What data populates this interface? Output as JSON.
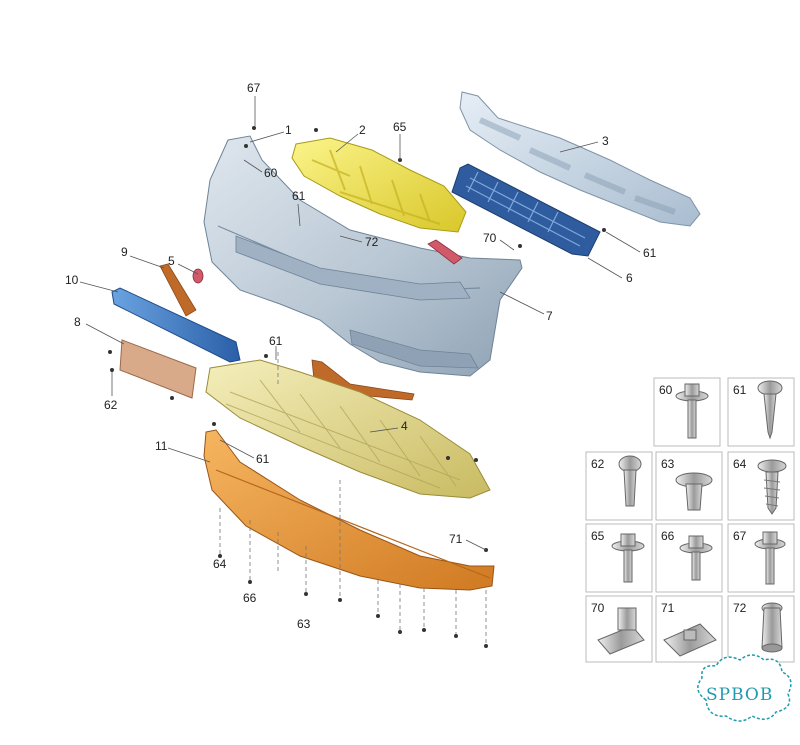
{
  "callouts": [
    {
      "id": "c67",
      "label": "67"
    },
    {
      "id": "c1",
      "label": "1"
    },
    {
      "id": "c2",
      "label": "2"
    },
    {
      "id": "c65",
      "label": "65"
    },
    {
      "id": "c3",
      "label": "3"
    },
    {
      "id": "c60",
      "label": "60"
    },
    {
      "id": "c61a",
      "label": "61"
    },
    {
      "id": "c72",
      "label": "72"
    },
    {
      "id": "c70",
      "label": "70"
    },
    {
      "id": "c61b",
      "label": "61"
    },
    {
      "id": "c6",
      "label": "6"
    },
    {
      "id": "c9",
      "label": "9"
    },
    {
      "id": "c5",
      "label": "5"
    },
    {
      "id": "c10",
      "label": "10"
    },
    {
      "id": "c7",
      "label": "7"
    },
    {
      "id": "c8",
      "label": "8"
    },
    {
      "id": "c61c",
      "label": "61"
    },
    {
      "id": "c62",
      "label": "62"
    },
    {
      "id": "c4",
      "label": "4"
    },
    {
      "id": "c11",
      "label": "11"
    },
    {
      "id": "c61d",
      "label": "61"
    },
    {
      "id": "c71",
      "label": "71"
    },
    {
      "id": "c64",
      "label": "64"
    },
    {
      "id": "c66",
      "label": "66"
    },
    {
      "id": "c63",
      "label": "63"
    }
  ],
  "fastener_grid": [
    {
      "label": "60",
      "icon": "flange-bolt-icon"
    },
    {
      "label": "61",
      "icon": "pan-head-screw-icon"
    },
    {
      "label": "62",
      "icon": "torx-screw-icon"
    },
    {
      "label": "63",
      "icon": "push-clip-icon"
    },
    {
      "label": "64",
      "icon": "tapping-screw-icon"
    },
    {
      "label": "65",
      "icon": "washer-bolt-icon"
    },
    {
      "label": "66",
      "icon": "hex-bolt-icon"
    },
    {
      "label": "67",
      "icon": "hex-bolt-long-icon"
    },
    {
      "label": "70",
      "icon": "clip-nut-icon"
    },
    {
      "label": "71",
      "icon": "speed-nut-icon"
    },
    {
      "label": "72",
      "icon": "rivet-nut-icon"
    }
  ],
  "watermark": {
    "text": "SPBOB"
  },
  "colors": {
    "bumper": "#b9c7d4",
    "absorber": "#f0e64a",
    "beam": "#c8d8e6",
    "grille": "#2f5c9e",
    "underbody": "#e8df8f",
    "spoiler": "#e89a3c",
    "trim": "#c06a2a",
    "plate": "#d9aa8a",
    "strip": "#3d78c4",
    "watermark": "#1f9bb0"
  }
}
